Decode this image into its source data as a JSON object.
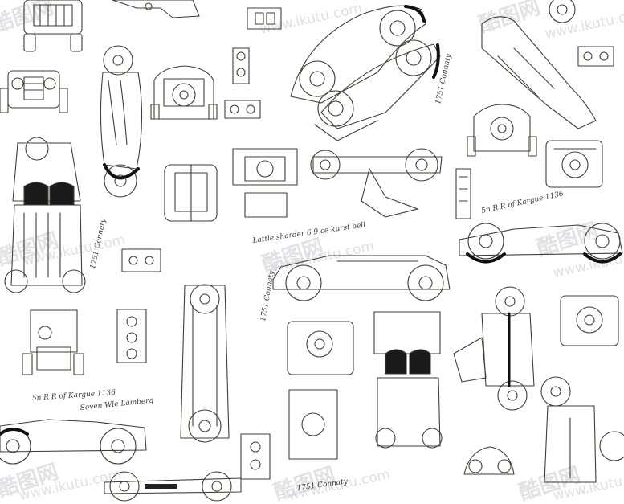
{
  "image": {
    "subject": "line-art pattern of vintage cars",
    "stroke_color": "#3f3f33",
    "background_color": "#ffffff"
  },
  "watermark": {
    "brand_text": "酷图网",
    "url_text": "www.ikutu.com",
    "color": "#c9ccd2"
  },
  "notes": {
    "note_1": "1751 Connaty",
    "note_2": "5n R R of Kargue 1136",
    "note_3": "Lattle sharder 6 9 ce kurst bell",
    "note_4": "1751 Connaty",
    "note_5": "Soven Wle Lamberg",
    "note_6": "5n R R of Kargue 1136",
    "note_7": "1751 Connaty",
    "note_8": "1751 Connaty"
  }
}
